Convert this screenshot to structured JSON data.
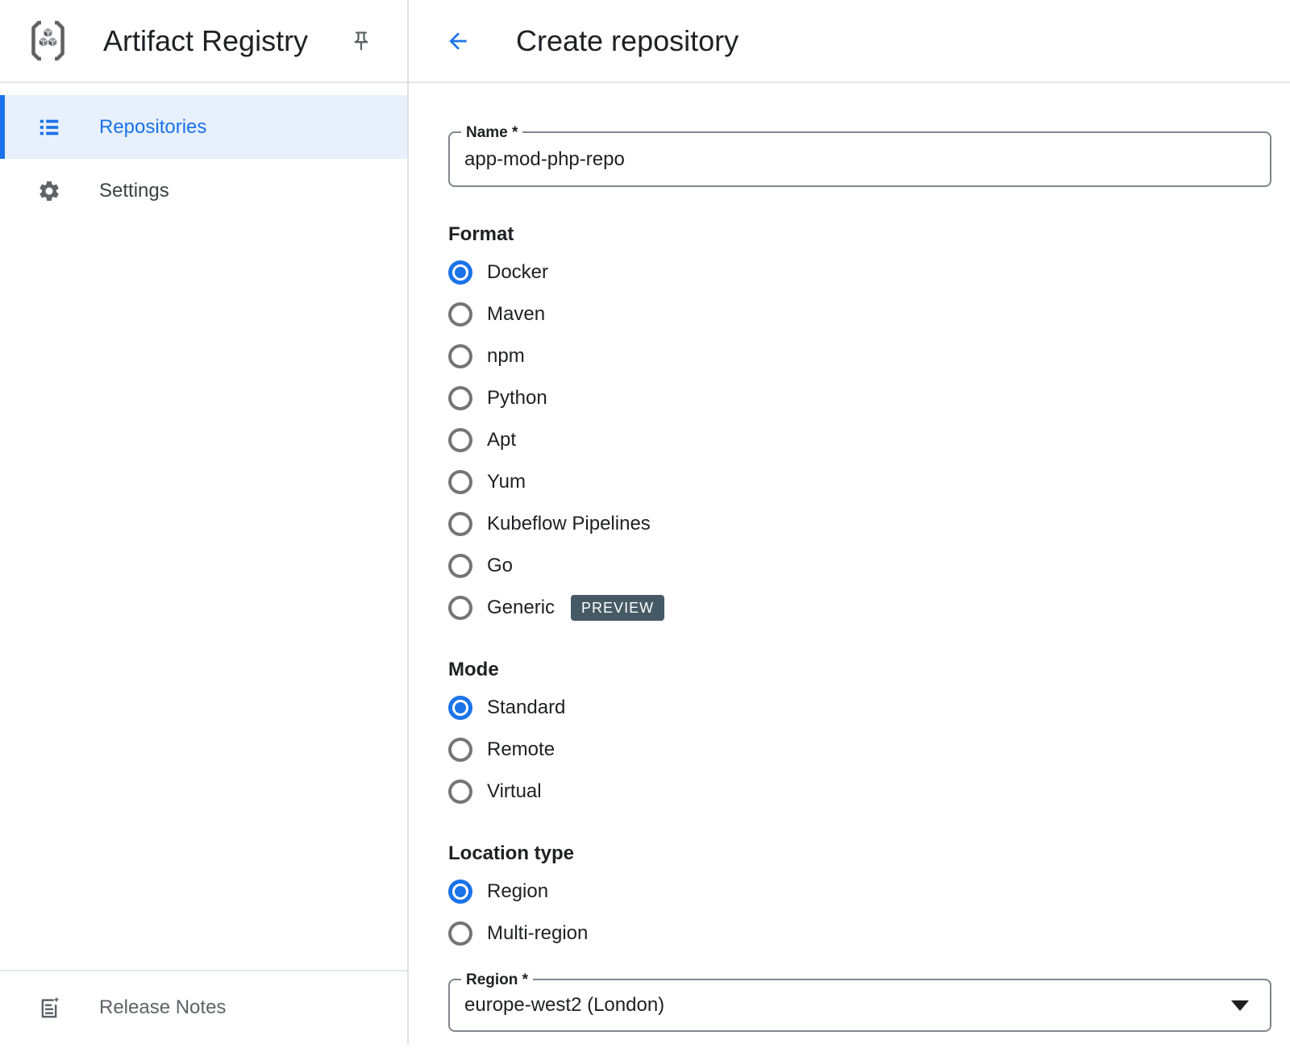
{
  "sidebar": {
    "app_name": "Artifact Registry",
    "items": [
      {
        "label": "Repositories",
        "selected": true,
        "icon": "list-icon"
      },
      {
        "label": "Settings",
        "selected": false,
        "icon": "gear-icon"
      }
    ],
    "release_notes_label": "Release Notes"
  },
  "header": {
    "title": "Create repository"
  },
  "form": {
    "name_field": {
      "label": "Name *",
      "value": "app-mod-php-repo"
    },
    "format": {
      "label": "Format",
      "options": [
        {
          "label": "Docker",
          "selected": true
        },
        {
          "label": "Maven",
          "selected": false
        },
        {
          "label": "npm",
          "selected": false
        },
        {
          "label": "Python",
          "selected": false
        },
        {
          "label": "Apt",
          "selected": false
        },
        {
          "label": "Yum",
          "selected": false
        },
        {
          "label": "Kubeflow Pipelines",
          "selected": false
        },
        {
          "label": "Go",
          "selected": false
        },
        {
          "label": "Generic",
          "selected": false,
          "badge": "PREVIEW"
        }
      ]
    },
    "mode": {
      "label": "Mode",
      "options": [
        {
          "label": "Standard",
          "selected": true
        },
        {
          "label": "Remote",
          "selected": false
        },
        {
          "label": "Virtual",
          "selected": false
        }
      ]
    },
    "location_type": {
      "label": "Location type",
      "options": [
        {
          "label": "Region",
          "selected": true
        },
        {
          "label": "Multi-region",
          "selected": false
        }
      ]
    },
    "region_field": {
      "label": "Region *",
      "value": "europe-west2 (London)"
    }
  },
  "icons": {
    "logo": "artifact-registry-logo-icon",
    "pin": "pushpin-icon",
    "repositories": "list-icon",
    "settings": "gear-icon",
    "release_notes": "release-notes-icon",
    "back": "back-arrow-icon",
    "region_select": "dropdown-arrow-icon"
  },
  "colors": {
    "accent_blue": "#1a73e8",
    "selected_nav_bg": "#e8f0fe",
    "preview_badge_bg": "#455a64",
    "icon_gray": "#5f6368",
    "field_border": "#80868b",
    "divider": "#e0e0e0"
  }
}
